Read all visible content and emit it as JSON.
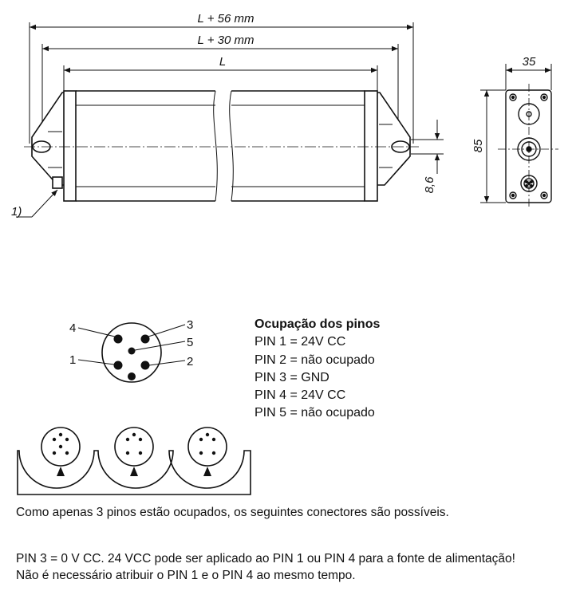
{
  "dimensions": {
    "overall_length": "L + 56 mm",
    "mid_length": "L + 30 mm",
    "body_length": "L",
    "hole_offset": "8,6",
    "height": "85",
    "width": "35",
    "footnote_marker": "1)"
  },
  "pin_diagram": {
    "labels": [
      "4",
      "3",
      "5",
      "1",
      "2"
    ]
  },
  "pin_assignment": {
    "title": "Ocupação dos pinos",
    "lines": [
      "PIN 1 = 24V CC",
      "PIN 2 = não ocupado",
      "PIN 3 = GND",
      "PIN 4 = 24V CC",
      "PIN 5 = não ocupado"
    ]
  },
  "notes": {
    "connectors": "Como apenas 3 pinos estão ocupados, os seguintes conectores são possíveis.",
    "power_line1": "PIN 3 = 0 V CC. 24 VCC pode ser aplicado ao PIN 1 ou PIN 4 para a fonte de alimentação!",
    "power_line2": "Não é necessário atribuir o PIN 1 e o PIN 4 ao mesmo tempo."
  }
}
